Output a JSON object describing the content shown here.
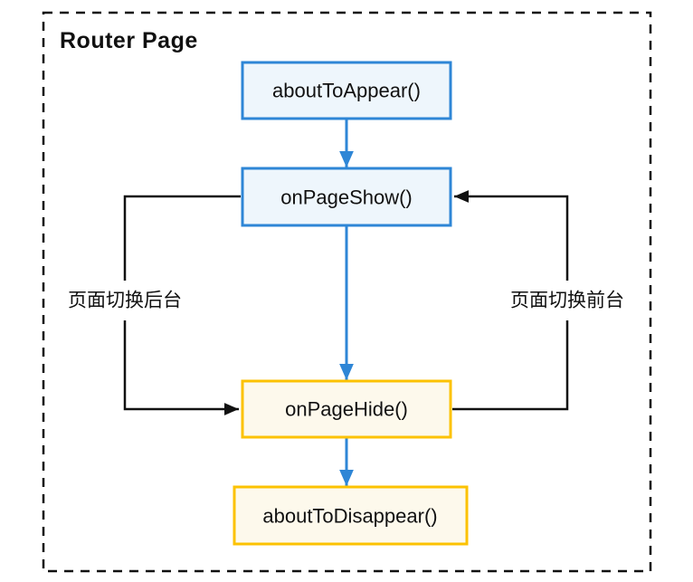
{
  "diagram": {
    "title": "Router Page",
    "nodes": [
      {
        "id": "aboutToAppear",
        "label": "aboutToAppear()",
        "style": "blue"
      },
      {
        "id": "onPageShow",
        "label": "onPageShow()",
        "style": "blue"
      },
      {
        "id": "onPageHide",
        "label": "onPageHide()",
        "style": "yellow"
      },
      {
        "id": "aboutToDisappear",
        "label": "aboutToDisappear()",
        "style": "yellow"
      }
    ],
    "edges": [
      {
        "from": "aboutToAppear",
        "to": "onPageShow",
        "color": "blue",
        "label": ""
      },
      {
        "from": "onPageShow",
        "to": "onPageHide",
        "color": "blue",
        "label": ""
      },
      {
        "from": "onPageHide",
        "to": "aboutToDisappear",
        "color": "blue",
        "label": ""
      },
      {
        "from": "onPageShow",
        "to": "onPageHide",
        "color": "black",
        "label": "页面切换后台",
        "side": "left"
      },
      {
        "from": "onPageHide",
        "to": "onPageShow",
        "color": "black",
        "label": "页面切换前台",
        "side": "right"
      }
    ],
    "loop_labels": {
      "left": "页面切换后台",
      "right": "页面切换前台"
    },
    "palette": {
      "blue_fill": "#eef6fc",
      "blue_stroke": "#2e86d6",
      "yellow_fill": "#fdf9ec",
      "yellow_stroke": "#fcc202",
      "arrow_blue": "#2e86d6",
      "arrow_black": "#111111",
      "text": "#111111",
      "dashed_border": "#111111",
      "background": "#ffffff"
    }
  }
}
